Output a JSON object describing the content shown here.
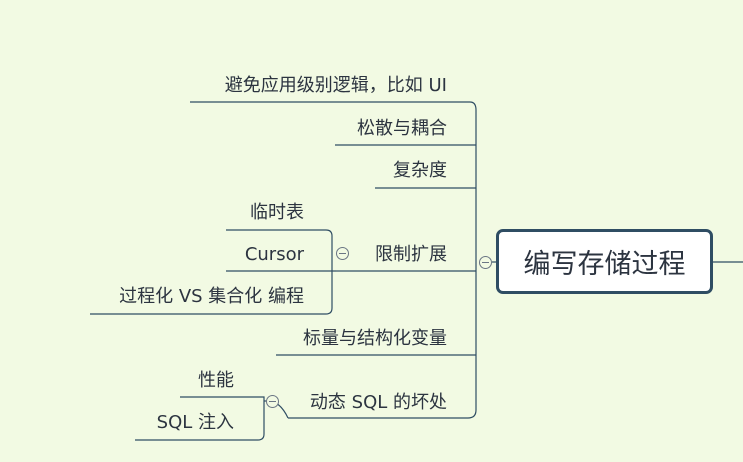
{
  "central_topic": "编写存储过程",
  "branches": [
    {
      "label": "避免应用级别逻辑，比如 UI"
    },
    {
      "label": "松散与耦合"
    },
    {
      "label": "复杂度"
    },
    {
      "label": "限制扩展",
      "children": [
        "临时表",
        "Cursor",
        "过程化 VS 集合化 编程"
      ]
    },
    {
      "label": "标量与结构化变量"
    },
    {
      "label": "动态 SQL 的坏处",
      "children": [
        "性能",
        "SQL 注入"
      ]
    }
  ],
  "colors": {
    "background": "#f2fae3",
    "line": "#2f4d63",
    "text": "#2c3440",
    "node_border": "#2f4d63"
  }
}
